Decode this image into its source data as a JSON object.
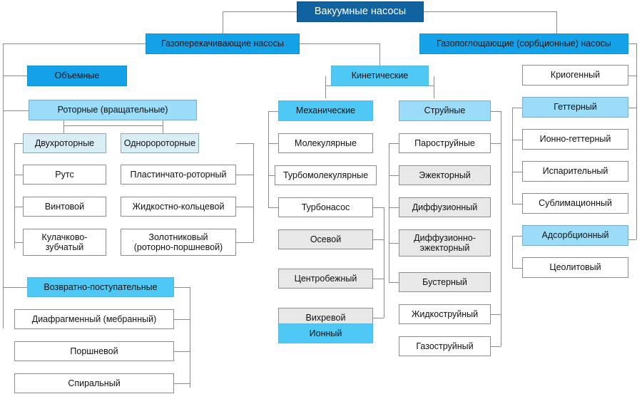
{
  "diagram": {
    "title": "Вакуумные насосы",
    "language": "ru",
    "colors": {
      "root_fill": "#1062a0",
      "level1_fill": "#13a2e8",
      "level2_fill": "#4ec8f5",
      "level3_fill": "#9bdcf8",
      "pale_fill": "#d9edf5",
      "gray_fill": "#e8e8e8",
      "plain_fill": "#ffffff",
      "line": "#8a8a8a"
    },
    "nodes": {
      "root": "Вакуумные насосы",
      "gas_transfer": "Газоперекачивающие насосы",
      "gas_binding": "Газопоглощающие (сорбционные) насосы",
      "positive_displacement": "Объемные",
      "kinetic": "Кинетические",
      "rotary": "Роторные (вращательные)",
      "mechanical": "Механические",
      "jet": "Струйные",
      "twin_rotor": "Двухроторные",
      "single_rotor": "Одноророторные",
      "roots": "Рутс",
      "screw": "Винтовой",
      "claw": "Кулачково-\nзубчатый",
      "vane_rotary": "Пластинчато-роторный",
      "liquid_ring": "Жидкостно-кольцевой",
      "spool": "Золотниковый\n(роторно-поршневой)",
      "reciprocating": "Возвратно-поступательные",
      "diaphragm": "Диафрагменный (мебранный)",
      "piston": "Поршневой",
      "scroll": "Спиральный",
      "molecular": "Молекулярные",
      "turbomolecular": "Турбомолекулярные",
      "turbopump": "Турбонасос",
      "axial": "Осевой",
      "centrifugal": "Центробежный",
      "vortex": "Вихревой",
      "ion": "Ионный",
      "vapor_jet": "Пароструйные",
      "ejector": "Эжекторный",
      "diffusion": "Диффузионный",
      "diffusion_ejector": "Диффузионно-\nэжекторный",
      "booster": "Бустерный",
      "liquid_jet": "Жидкоструйный",
      "gas_jet": "Газоструйный",
      "cryogenic": "Криогенный",
      "getter": "Геттерный",
      "ion_getter": "Ионно-геттерный",
      "evaporative": "Испарительный",
      "sublimation": "Сублимационный",
      "adsorption": "Адсорбционный",
      "zeolite": "Цеолитовый"
    }
  }
}
